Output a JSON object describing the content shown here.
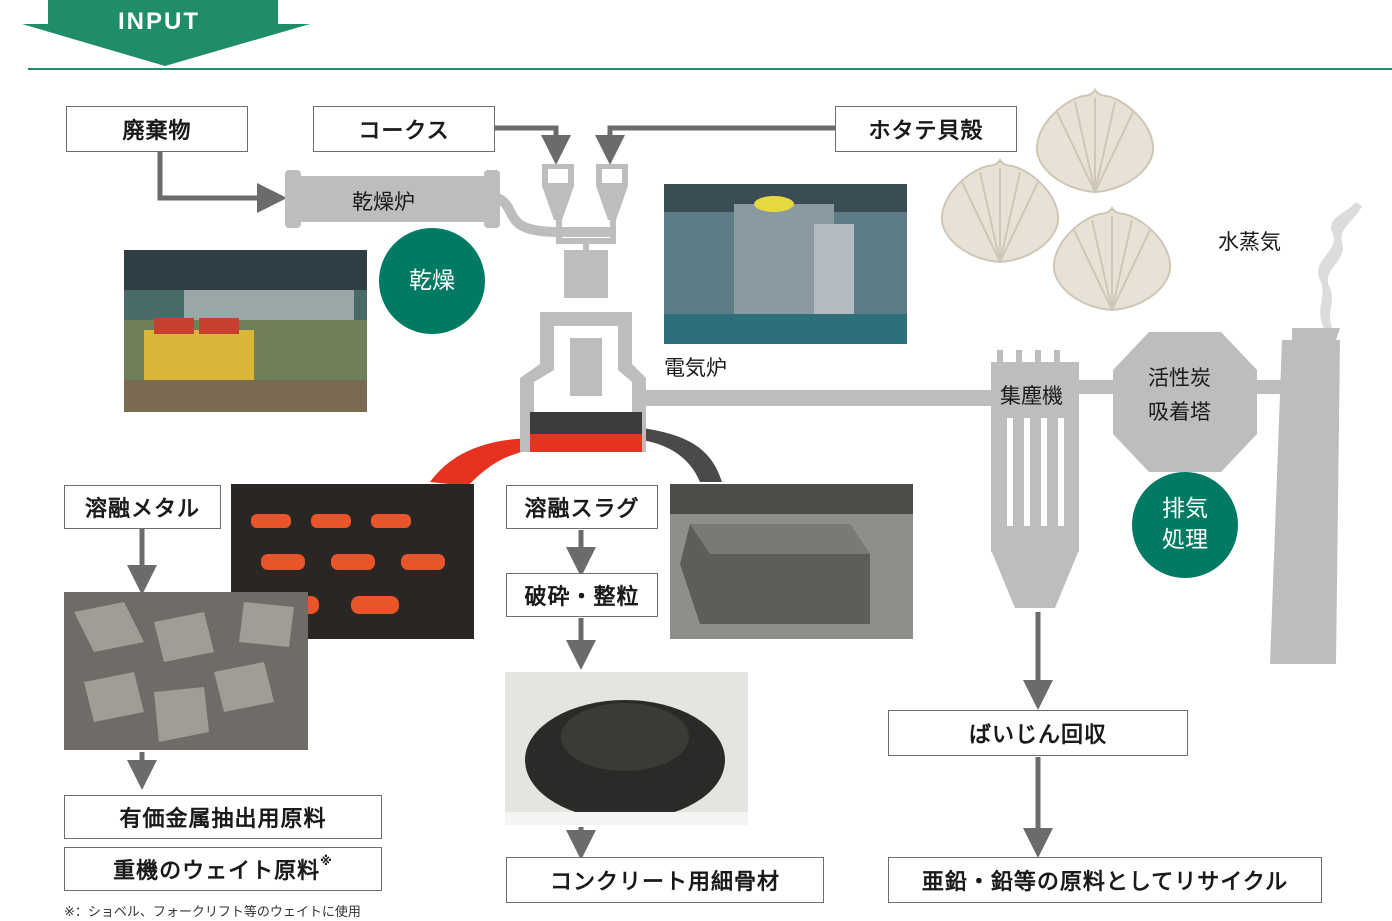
{
  "header": {
    "input_label": "INPUT",
    "accent_color": "#007a63"
  },
  "inputs": {
    "waste": "廃棄物",
    "coke": "コークス",
    "scallop_shells": "ホタテ貝殻"
  },
  "process": {
    "dryer": "乾燥炉",
    "drying_badge": "乾燥",
    "electric_furnace": "電気炉",
    "dust_collector": "集塵機",
    "activated_carbon_line1": "活性炭",
    "activated_carbon_line2": "吸着塔",
    "steam": "水蒸気",
    "exhaust_badge_line1": "排気",
    "exhaust_badge_line2": "処理"
  },
  "outputs": {
    "molten_metal": "溶融メタル",
    "valuable_metal_material": "有価金属抽出用原料",
    "heavy_machinery_weight": "重機のウェイト原料",
    "weight_note_mark": "※",
    "footnote": "※：ショベル、フォークリフト等のウェイトに使用",
    "molten_slag": "溶融スラグ",
    "crushing_sizing": "破砕・整粒",
    "concrete_aggregate": "コンクリート用細骨材",
    "dust_recovery": "ばいじん回収",
    "zinc_lead_recycle": "亜鉛・鉛等の原料としてリサイクル"
  }
}
